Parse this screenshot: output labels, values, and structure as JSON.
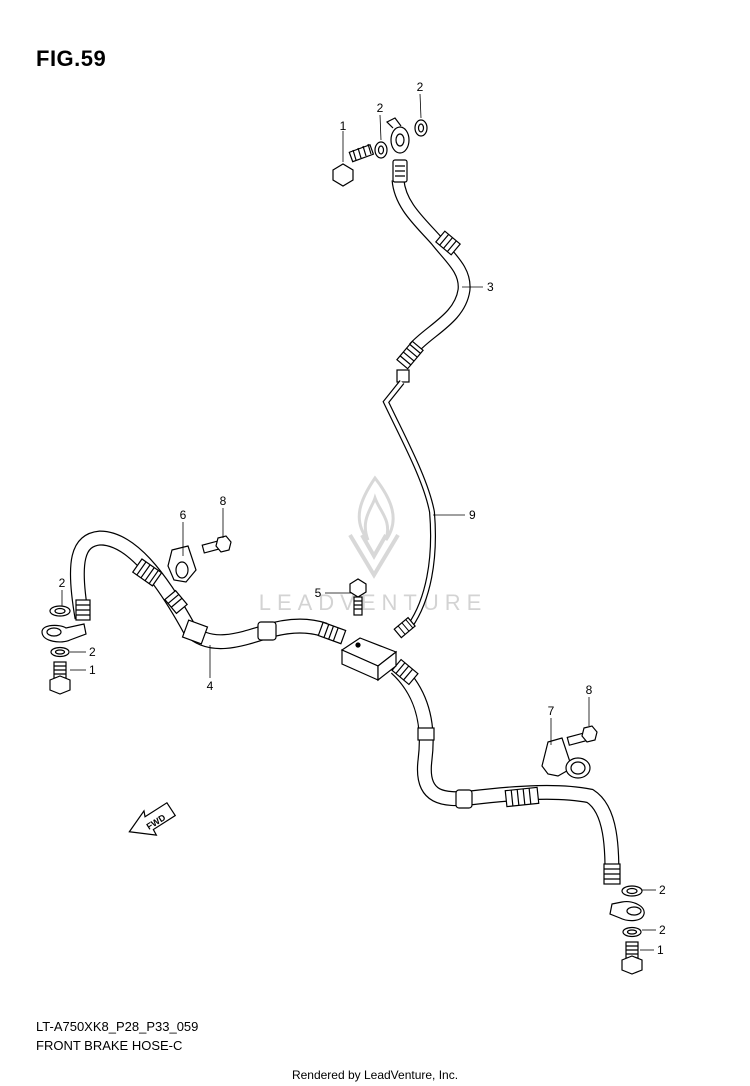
{
  "figure": {
    "title": "FIG.59",
    "code": "LT-A750XK8_P28_P33_059",
    "caption": "FRONT BRAKE  HOSE-C",
    "footer": "Rendered by LeadVenture, Inc."
  },
  "watermark": {
    "text": "LEADVENTURE",
    "color": "#cfcfcf"
  },
  "fwd_label": "FWD",
  "callouts": [
    {
      "id": "top-bolt",
      "number": "1"
    },
    {
      "id": "top-washer-left",
      "number": "2"
    },
    {
      "id": "top-washer-right",
      "number": "2"
    },
    {
      "id": "hose-upper",
      "number": "3"
    },
    {
      "id": "hose-left",
      "number": "4"
    },
    {
      "id": "joint-bolt",
      "number": "5"
    },
    {
      "id": "clamp-left",
      "number": "6"
    },
    {
      "id": "clamp-right",
      "number": "7"
    },
    {
      "id": "clamp-bolt-left",
      "number": "8"
    },
    {
      "id": "clamp-bolt-right",
      "number": "8"
    },
    {
      "id": "pipe",
      "number": "9"
    },
    {
      "id": "left-washer-top",
      "number": "2"
    },
    {
      "id": "left-washer-bottom",
      "number": "2"
    },
    {
      "id": "left-bolt",
      "number": "1"
    },
    {
      "id": "right-washer-top",
      "number": "2"
    },
    {
      "id": "right-washer-bottom",
      "number": "2"
    },
    {
      "id": "right-bolt",
      "number": "1"
    }
  ]
}
